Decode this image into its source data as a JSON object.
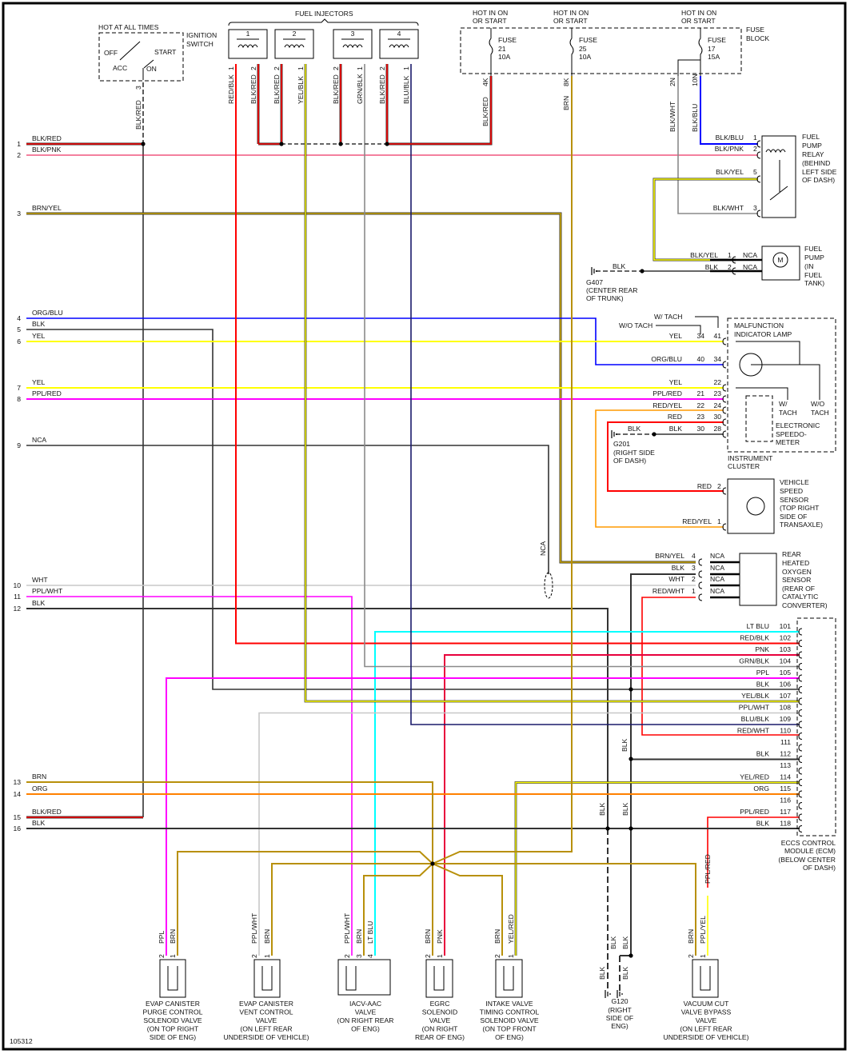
{
  "diagram_id": "105312",
  "colors": {
    "RED": "#ff0000",
    "PNK": "#e8003c",
    "BRN": "#b8900a",
    "BRN/YEL": "#c9a400",
    "YEL": "#ffff00",
    "BLU": "#0000ff",
    "PPL": "#ff00ff",
    "BLK": "#333333",
    "GRY": "#8a8a8a",
    "WHT": "#c8c8c8",
    "LT BLU": "#00ffff",
    "ORG": "#ff8000",
    "RED/YEL": "#ff9a00",
    "NAVY": "#1a1a6a"
  },
  "left_pins": [
    {
      "num": "1",
      "wire": "BLK/RED"
    },
    {
      "num": "2",
      "wire": "BLK/PNK"
    },
    {
      "num": "3",
      "wire": "BRN/YEL"
    },
    {
      "num": "4",
      "wire": "ORG/BLU"
    },
    {
      "num": "5",
      "wire": "BLK"
    },
    {
      "num": "6",
      "wire": "YEL"
    },
    {
      "num": "7",
      "wire": "YEL"
    },
    {
      "num": "8",
      "wire": "PPL/RED"
    },
    {
      "num": "9",
      "wire": "NCA"
    },
    {
      "num": "10",
      "wire": "WHT"
    },
    {
      "num": "11",
      "wire": "PPL/WHT"
    },
    {
      "num": "12",
      "wire": "BLK"
    },
    {
      "num": "13",
      "wire": "BRN"
    },
    {
      "num": "14",
      "wire": "ORG"
    },
    {
      "num": "15",
      "wire": "BLK/RED"
    },
    {
      "num": "16",
      "wire": "BLK"
    }
  ],
  "ignition_switch": {
    "hot_label": "HOT AT ALL TIMES",
    "title": [
      "IGNITION",
      "SWITCH"
    ],
    "positions": [
      "OFF",
      "ACC",
      "START",
      "ON"
    ],
    "pin": "3",
    "wire": "BLK/RED"
  },
  "fuel_injectors": {
    "title": "FUEL INJECTORS",
    "units": [
      {
        "num": "1",
        "pins": [
          {
            "pin": "1",
            "wire": "RED/BLK"
          },
          {
            "pin": "2",
            "wire": "BLK/RED"
          }
        ]
      },
      {
        "num": "2",
        "pins": [
          {
            "pin": "2",
            "wire": "BLK/RED"
          },
          {
            "pin": "1",
            "wire": "YEL/BLK"
          }
        ]
      },
      {
        "num": "3",
        "pins": [
          {
            "pin": "2",
            "wire": "BLK/RED"
          },
          {
            "pin": "1",
            "wire": "GRN/BLK"
          }
        ]
      },
      {
        "num": "4",
        "pins": [
          {
            "pin": "2",
            "wire": "BLK/RED"
          },
          {
            "pin": "1",
            "wire": "BLU/BLK"
          }
        ]
      }
    ]
  },
  "fuse_block": {
    "title": [
      "FUSE",
      "BLOCK"
    ],
    "fuses": [
      {
        "hot": [
          "HOT IN ON",
          "OR START"
        ],
        "name": "FUSE",
        "num": "21",
        "amps": "10A",
        "pin": "4K",
        "wire": "BLK/RED"
      },
      {
        "hot": [
          "HOT IN ON",
          "OR START"
        ],
        "name": "FUSE",
        "num": "25",
        "amps": "10A",
        "pin": "8K",
        "wire": "BRN"
      },
      {
        "hot": [
          "HOT IN ON",
          "OR START"
        ],
        "name": "FUSE",
        "num": "17",
        "amps": "15A",
        "pin": "10N",
        "wire": "BLK/BLU"
      }
    ],
    "extra_pin": {
      "pin": "2N",
      "wire": "BLK/WHT"
    }
  },
  "fuel_pump_relay": {
    "title": [
      "FUEL",
      "PUMP",
      "RELAY",
      "(BEHIND",
      "LEFT SIDE",
      "OF DASH)"
    ],
    "pins": [
      {
        "wire": "BLK/BLU",
        "pin": "1"
      },
      {
        "wire": "BLK/PNK",
        "pin": "2"
      },
      {
        "wire": "BLK/YEL",
        "pin": "5"
      },
      {
        "wire": "BLK/WHT",
        "pin": "3"
      }
    ]
  },
  "fuel_pump": {
    "title": [
      "FUEL",
      "PUMP",
      "(IN",
      "FUEL",
      "TANK)"
    ],
    "motor": "M",
    "pins": [
      {
        "wire": "BLK/YEL",
        "pin": "1",
        "conn": "NCA"
      },
      {
        "wire": "BLK",
        "pin": "2",
        "conn": "NCA"
      }
    ],
    "ground_wire": "BLK",
    "ground": [
      "G407",
      "(CENTER REAR",
      "OF TRUNK)"
    ]
  },
  "instrument_cluster": {
    "title": [
      "INSTRUMENT",
      "CLUSTER"
    ],
    "mil": [
      "MALFUNCTION",
      "INDICATOR LAMP"
    ],
    "with_tach": "W/ TACH",
    "without_tach": "W/O TACH",
    "rows": [
      {
        "wire": "YEL",
        "wo": "34",
        "w": "41"
      },
      {
        "wire": "ORG/BLU",
        "wo": "40",
        "w": "34"
      },
      {
        "wire": "YEL",
        "wo": "",
        "w": "22"
      },
      {
        "wire": "PPL/RED",
        "wo": "21",
        "w": "23"
      },
      {
        "wire": "RED/YEL",
        "wo": "22",
        "w": "24"
      },
      {
        "wire": "RED",
        "wo": "23",
        "w": "30"
      },
      {
        "wire": "BLK",
        "wo": "30",
        "w": "28"
      }
    ],
    "tach_w": [
      "W/",
      "TACH"
    ],
    "tach_wo": [
      "W/O",
      "TACH"
    ],
    "speedometer": [
      "ELECTRONIC",
      "SPEEDO-",
      "METER"
    ],
    "ground_wire": "BLK",
    "ground": [
      "G201",
      "(RIGHT SIDE",
      "OF DASH)"
    ]
  },
  "vehicle_speed_sensor": {
    "title": [
      "VEHICLE",
      "SPEED",
      "SENSOR",
      "(TOP RIGHT",
      "SIDE OF",
      "TRANSAXLE)"
    ],
    "pins": [
      {
        "wire": "RED",
        "pin": "2"
      },
      {
        "wire": "RED/YEL",
        "pin": "1"
      }
    ]
  },
  "oxygen_sensor": {
    "title": [
      "REAR",
      "HEATED",
      "OXYGEN",
      "SENSOR",
      "(REAR OF",
      "CATALYTIC",
      "CONVERTER)"
    ],
    "pins": [
      {
        "wire": "BRN/YEL",
        "pin": "4",
        "conn": "NCA"
      },
      {
        "wire": "BLK",
        "pin": "3",
        "conn": "NCA"
      },
      {
        "wire": "WHT",
        "pin": "2",
        "conn": "NCA"
      },
      {
        "wire": "RED/WHT",
        "pin": "1",
        "conn": "NCA"
      }
    ]
  },
  "nca_label": "NCA",
  "ecm": {
    "title": [
      "ECCS CONTROL",
      "MODULE (ECM)",
      "(BELOW CENTER",
      "OF DASH)"
    ],
    "pins": [
      {
        "wire": "LT BLU",
        "pin": "101"
      },
      {
        "wire": "RED/BLK",
        "pin": "102"
      },
      {
        "wire": "PNK",
        "pin": "103"
      },
      {
        "wire": "GRN/BLK",
        "pin": "104"
      },
      {
        "wire": "PPL",
        "pin": "105"
      },
      {
        "wire": "BLK",
        "pin": "106"
      },
      {
        "wire": "YEL/BLK",
        "pin": "107"
      },
      {
        "wire": "PPL/WHT",
        "pin": "108"
      },
      {
        "wire": "BLU/BLK",
        "pin": "109"
      },
      {
        "wire": "RED/WHT",
        "pin": "110"
      },
      {
        "wire": "",
        "pin": "111"
      },
      {
        "wire": "BLK",
        "pin": "112"
      },
      {
        "wire": "",
        "pin": "113"
      },
      {
        "wire": "YEL/RED",
        "pin": "114"
      },
      {
        "wire": "ORG",
        "pin": "115"
      },
      {
        "wire": "",
        "pin": "116"
      },
      {
        "wire": "PPL/RED",
        "pin": "117"
      },
      {
        "wire": "BLK",
        "pin": "118"
      }
    ]
  },
  "blk_label": "BLK",
  "bottom_components": [
    {
      "title": [
        "EVAP CANISTER",
        "PURGE CONTROL",
        "SOLENOID VALVE",
        "(ON TOP RIGHT",
        "SIDE OF ENG)"
      ],
      "pins": [
        {
          "pin": "2",
          "wire": "PPL"
        },
        {
          "pin": "1",
          "wire": "BRN"
        }
      ]
    },
    {
      "title": [
        "EVAP CANISTER",
        "VENT CONTROL",
        "VALVE",
        "(ON LEFT REAR",
        "UNDERSIDE OF VEHICLE)"
      ],
      "pins": [
        {
          "pin": "2",
          "wire": "PPL/WHT"
        },
        {
          "pin": "1",
          "wire": "BRN"
        }
      ]
    },
    {
      "title": [
        "IACV-AAC",
        "VALVE",
        "(ON RIGHT REAR",
        "OF ENG)"
      ],
      "pins": [
        {
          "pin": "2",
          "wire": "PPL/WHT"
        },
        {
          "pin": "3",
          "wire": "BRN"
        },
        {
          "pin": "4",
          "wire": "LT BLU"
        }
      ]
    },
    {
      "title": [
        "EGRC",
        "SOLENOID",
        "VALVE",
        "(ON RIGHT",
        "REAR OF ENG)"
      ],
      "pins": [
        {
          "pin": "2",
          "wire": "BRN"
        },
        {
          "pin": "1",
          "wire": "PNK"
        }
      ]
    },
    {
      "title": [
        "INTAKE VALVE",
        "TIMING CONTROL",
        "SOLENOID VALVE",
        "(ON TOP FRONT",
        "OF ENG)"
      ],
      "pins": [
        {
          "pin": "2",
          "wire": "BRN"
        },
        {
          "pin": "1",
          "wire": "YEL/RED"
        }
      ]
    },
    {
      "title": [
        "VACUUM CUT",
        "VALVE BYPASS",
        "VALVE",
        "(ON LEFT REAR",
        "UNDERSIDE OF VEHICLE)"
      ],
      "pins": [
        {
          "pin": "2",
          "wire": "BRN"
        },
        {
          "pin": "1",
          "wire": "PPL/YEL"
        }
      ],
      "upper_wire": "PPL/RED"
    }
  ],
  "ground_g120": [
    "G120",
    "(RIGHT",
    "SIDE OF",
    "ENG)"
  ]
}
